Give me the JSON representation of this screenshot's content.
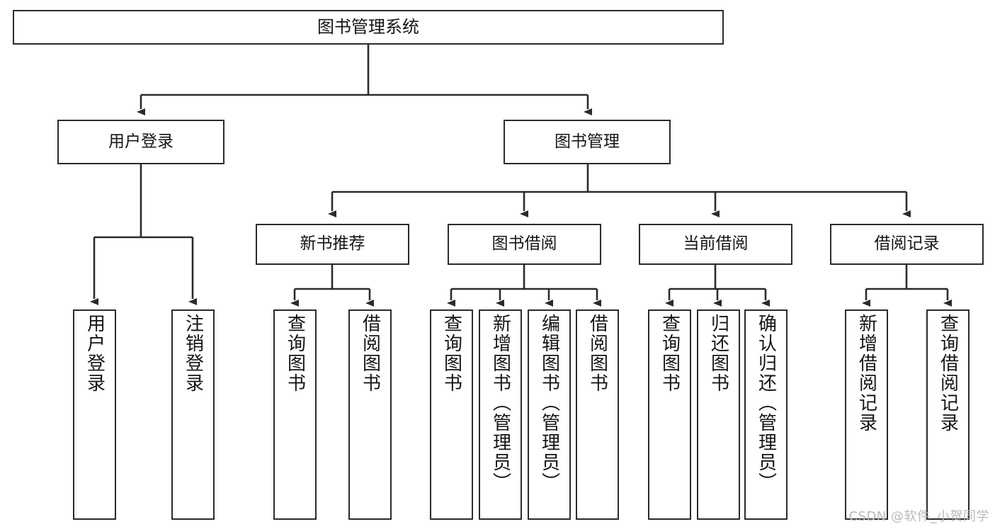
{
  "diagram": {
    "type": "tree",
    "title": "图书管理系统",
    "root": {
      "label": "图书管理系统"
    },
    "level2": [
      {
        "label": "用户登录"
      },
      {
        "label": "图书管理"
      }
    ],
    "level3": [
      {
        "label": "新书推荐"
      },
      {
        "label": "图书借阅"
      },
      {
        "label": "当前借阅"
      },
      {
        "label": "借阅记录"
      }
    ],
    "leaves": {
      "user_login": [
        {
          "label": "用户登录"
        },
        {
          "label": "注销登录"
        }
      ],
      "new_book_recommend": [
        {
          "label": "查询图书"
        },
        {
          "label": "借阅图书"
        }
      ],
      "book_borrow": [
        {
          "label": "查询图书"
        },
        {
          "label": "新增图书（管理员）"
        },
        {
          "label": "编辑图书（管理员）"
        },
        {
          "label": "借阅图书"
        }
      ],
      "current_borrow": [
        {
          "label": "查询图书"
        },
        {
          "label": "归还图书"
        },
        {
          "label": "确认归还（管理员）"
        }
      ],
      "borrow_record": [
        {
          "label": "新增借阅记录"
        },
        {
          "label": "查询借阅记录"
        }
      ]
    }
  },
  "watermark": {
    "text": "CSDN @软件_小贺同学"
  },
  "colors": {
    "line": "#2b2b2b",
    "box_fill": "#ffffff",
    "text": "#151515",
    "watermark": "#b9b9b9",
    "background": "#ffffff"
  }
}
